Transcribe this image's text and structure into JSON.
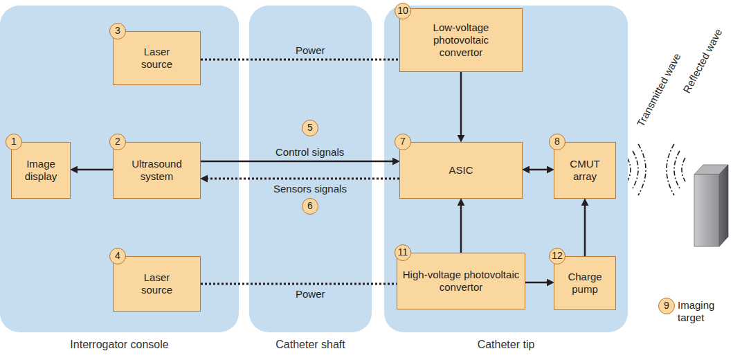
{
  "diagram": {
    "nodes": [
      {
        "text": [
          "Interrogator console"
        ]
      },
      {
        "text": [
          "Laser source"
        ],
        "in": 0
      },
      {
        "text": [
          "Image display"
        ],
        "in": 0
      },
      {
        "text": [
          "Ultrasound system"
        ],
        "in": 0
      },
      {
        "text": [
          "Laser source"
        ],
        "in": 0
      },
      {
        "text": [
          "Catheter shaft"
        ]
      },
      {
        "text": [
          "Catheter tip"
        ]
      },
      {
        "text": [
          "Low-voltage photovoltaic convertor"
        ],
        "in": 6
      },
      {
        "text": [
          "ASIC"
        ],
        "in": 6
      },
      {
        "text": [
          "CMUT array"
        ],
        "in": 6
      },
      {
        "text": [
          "High-voltage photovoltaic convertor"
        ],
        "in": 6
      },
      {
        "text": [
          "Charge pump"
        ],
        "in": 6
      }
    ],
    "edges": [
      {
        "from": 3,
        "to": 2,
        "arrow": "to"
      },
      {
        "from": 1,
        "to": 7,
        "arrow": "none",
        "label": "Power"
      },
      {
        "from": 3,
        "to": 8,
        "arrow": "to",
        "label": "Control signals"
      },
      {
        "from": 8,
        "to": 3,
        "arrow": "to",
        "label": "Sensors signals"
      },
      {
        "from": 4,
        "to": 10,
        "arrow": "none",
        "label": "Power"
      },
      {
        "from": 7,
        "to": 8,
        "arrow": "to"
      },
      {
        "from": 8,
        "to": 9,
        "arrow": "both"
      },
      {
        "from": 10,
        "to": 8,
        "arrow": "to"
      },
      {
        "from": 10,
        "to": 11,
        "arrow": "to"
      },
      {
        "from": 11,
        "to": 9,
        "arrow": "to"
      }
    ],
    "labels": [
      "1",
      "2",
      "3",
      "4",
      "5",
      "6",
      "7",
      "8",
      "9",
      "10",
      "11",
      "12",
      "Transmitted wave",
      "Reflected wave",
      "Imaging target"
    ]
  }
}
